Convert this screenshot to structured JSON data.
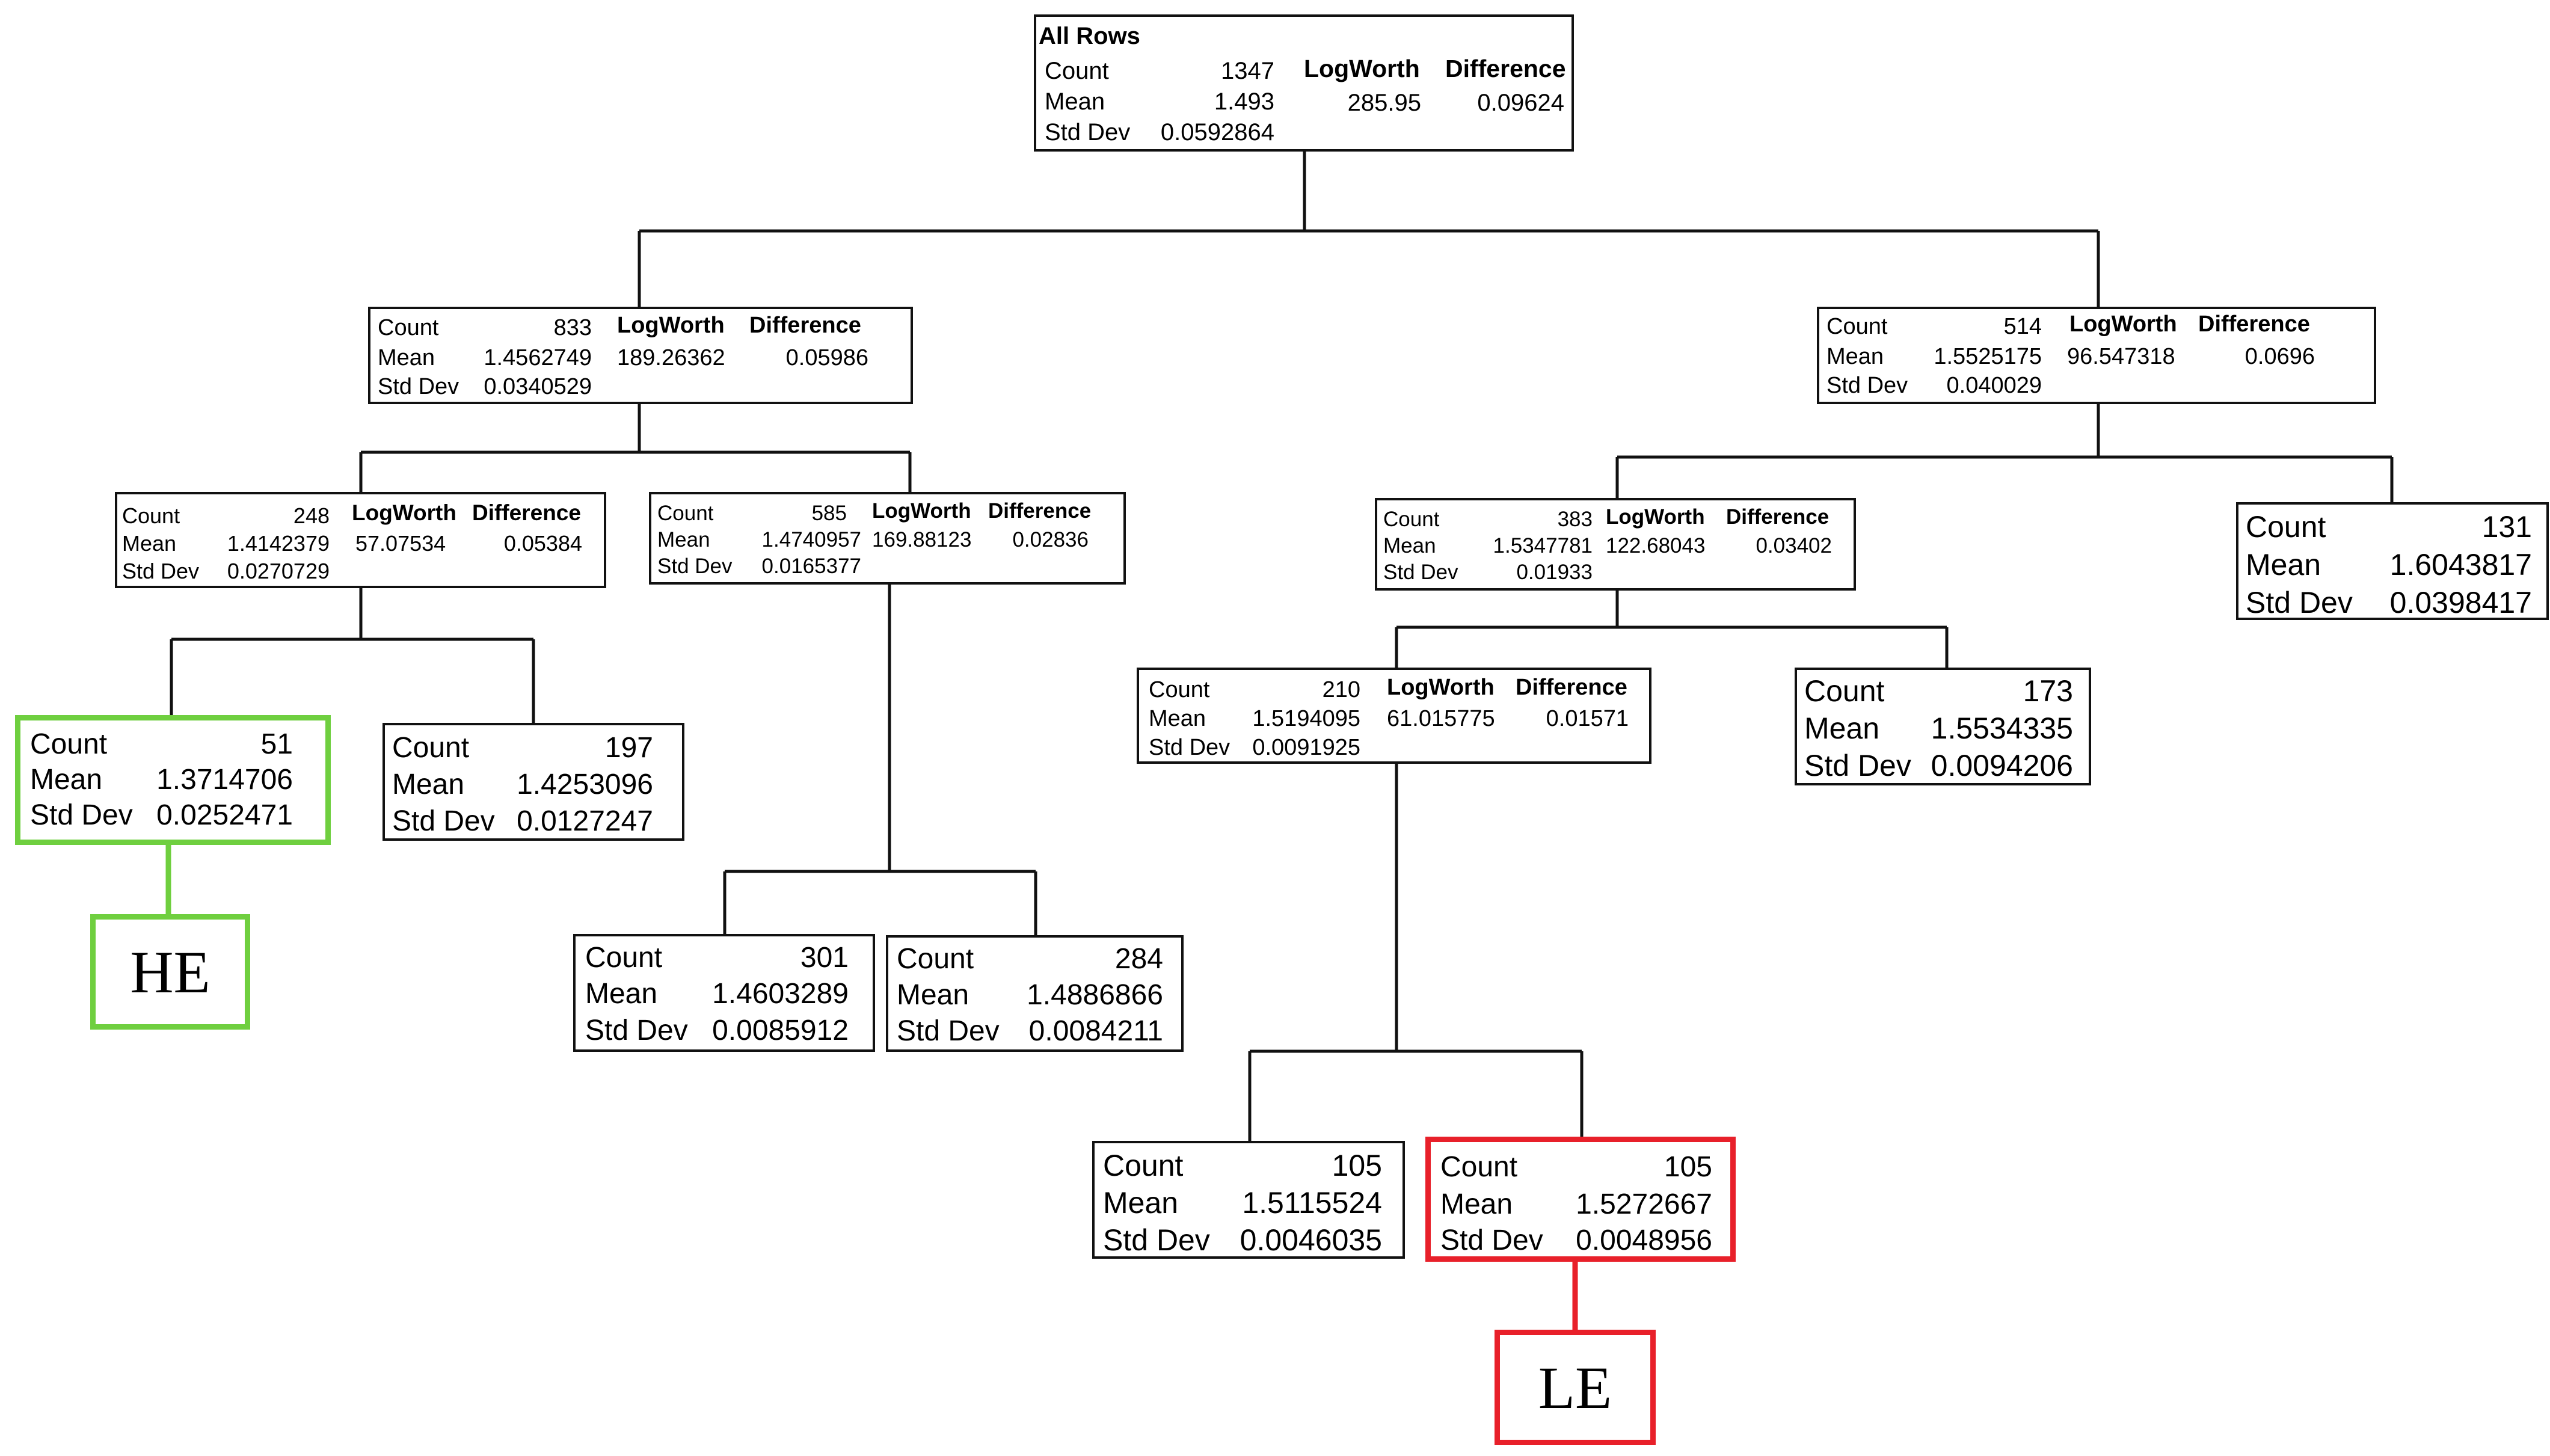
{
  "labels": {
    "count": "Count",
    "mean": "Mean",
    "std_dev": "Std Dev",
    "logworth": "LogWorth",
    "difference": "Difference"
  },
  "tags": {
    "he": "HE",
    "le": "LE"
  },
  "colors": {
    "he_highlight": "#6fcf3f",
    "le_highlight": "#e8202a",
    "line": "#111111"
  },
  "tree": {
    "root": {
      "title": "All Rows",
      "count": "1347",
      "mean": "1.493",
      "std_dev": "0.0592864",
      "logworth": "285.95",
      "difference": "0.09624"
    },
    "n_l": {
      "count": "833",
      "mean": "1.4562749",
      "std_dev": "0.0340529",
      "logworth": "189.26362",
      "difference": "0.05986"
    },
    "n_r": {
      "count": "514",
      "mean": "1.5525175",
      "std_dev": "0.040029",
      "logworth": "96.547318",
      "difference": "0.0696"
    },
    "n_ll": {
      "count": "248",
      "mean": "1.4142379",
      "std_dev": "0.0270729",
      "logworth": "57.07534",
      "difference": "0.05384"
    },
    "n_lr": {
      "count": "585",
      "mean": "1.4740957",
      "std_dev": "0.0165377",
      "logworth": "169.88123",
      "difference": "0.02836"
    },
    "n_rl": {
      "count": "383",
      "mean": "1.5347781",
      "std_dev": "0.01933",
      "logworth": "122.68043",
      "difference": "0.03402"
    },
    "n_rr": {
      "count": "131",
      "mean": "1.6043817",
      "std_dev": "0.0398417"
    },
    "n_lll": {
      "count": "51",
      "mean": "1.3714706",
      "std_dev": "0.0252471"
    },
    "n_llr": {
      "count": "197",
      "mean": "1.4253096",
      "std_dev": "0.0127247"
    },
    "n_lrl": {
      "count": "301",
      "mean": "1.4603289",
      "std_dev": "0.0085912"
    },
    "n_lrr": {
      "count": "284",
      "mean": "1.4886866",
      "std_dev": "0.0084211"
    },
    "n_rll": {
      "count": "210",
      "mean": "1.5194095",
      "std_dev": "0.0091925",
      "logworth": "61.015775",
      "difference": "0.01571"
    },
    "n_rlr": {
      "count": "173",
      "mean": "1.5534335",
      "std_dev": "0.0094206"
    },
    "n_rlll": {
      "count": "105",
      "mean": "1.5115524",
      "std_dev": "0.0046035"
    },
    "n_rllr": {
      "count": "105",
      "mean": "1.5272667",
      "std_dev": "0.0048956"
    }
  }
}
